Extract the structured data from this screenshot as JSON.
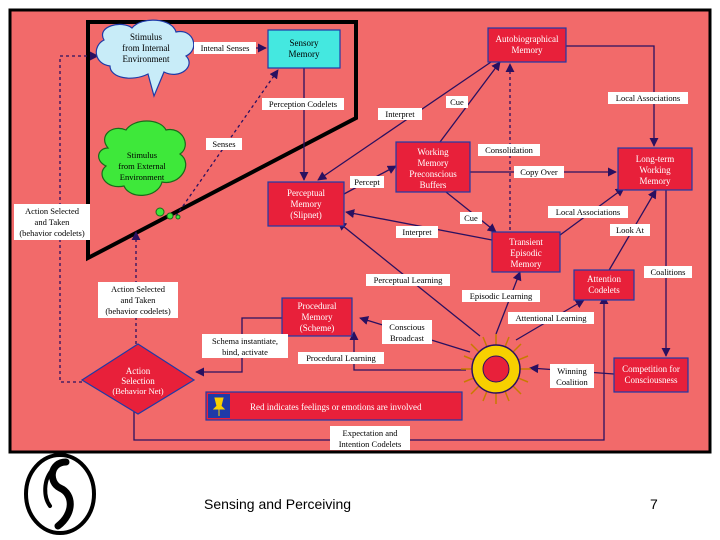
{
  "nodes": {
    "stim_internal": [
      "Stimulus",
      "from Internal",
      "Environment"
    ],
    "sensory_memory": [
      "Sensory",
      "Memory"
    ],
    "stim_external": [
      "Stimulus",
      "from External",
      "Environment"
    ],
    "autobiographical": [
      "Autobiographical",
      "Memory"
    ],
    "working_memory": [
      "Working",
      "Memory",
      "Preconscious",
      "Buffers"
    ],
    "perceptual_memory": [
      "Perceptual",
      "Memory",
      "(Slipnet)"
    ],
    "longterm": [
      "Long-term",
      "Working",
      "Memory"
    ],
    "transient": [
      "Transient",
      "Episodic",
      "Memory"
    ],
    "attention": [
      "Attention",
      "Codelets"
    ],
    "procedural": [
      "Procedural",
      "Memory",
      "(Scheme)"
    ],
    "action_selection": [
      "Action",
      "Selection",
      "(Behavior Net)"
    ],
    "competition": [
      "Competition for",
      "Consciousness"
    ]
  },
  "edge_labels": {
    "internal_senses": "Intenal Senses",
    "perception_codelets": "Perception Codelets",
    "senses": "Senses",
    "interpret_top": "Interpret",
    "cue_top": "Cue",
    "local_assoc_top": "Local Associations",
    "percept": "Percept",
    "consolidation": "Consolidation",
    "copy_over": "Copy Over",
    "cue_mid": "Cue",
    "local_assoc_mid": "Local Associations",
    "interpret_mid": "Interpret",
    "look_at": "Look At",
    "coalitions": "Coalitions",
    "action_left": [
      "Action Selected",
      "and Taken",
      "(behavior codelets)"
    ],
    "action_mid": [
      "Action Selected",
      "and Taken",
      "(behavior codelets)"
    ],
    "perceptual_learning": "Perceptual Learning",
    "episodic_learning": "Episodic Learning",
    "attentional_learning": "Attentional Learning",
    "schema_instantiate": [
      "Schema instantiate,",
      "bind, activate"
    ],
    "conscious_broadcast": [
      "Conscious",
      "Broadcast"
    ],
    "procedural_learning": "Procedural Learning",
    "winning_coalition": [
      "Winning",
      "Coalition"
    ],
    "expectation": [
      "Expectation and",
      "Intention Codelets"
    ]
  },
  "legend": "Red indicates feelings or emotions are involved",
  "footer": {
    "title": "Sensing and Perceiving",
    "page": "7"
  },
  "colors": {
    "panel_bg": "#f26a6a",
    "node_red": "#e8203a",
    "node_cyan": "#44e8e0",
    "cloud_blue": "#c8ecf8",
    "cloud_green": "#3ee83a",
    "legend_blue": "#1e3aa8"
  }
}
